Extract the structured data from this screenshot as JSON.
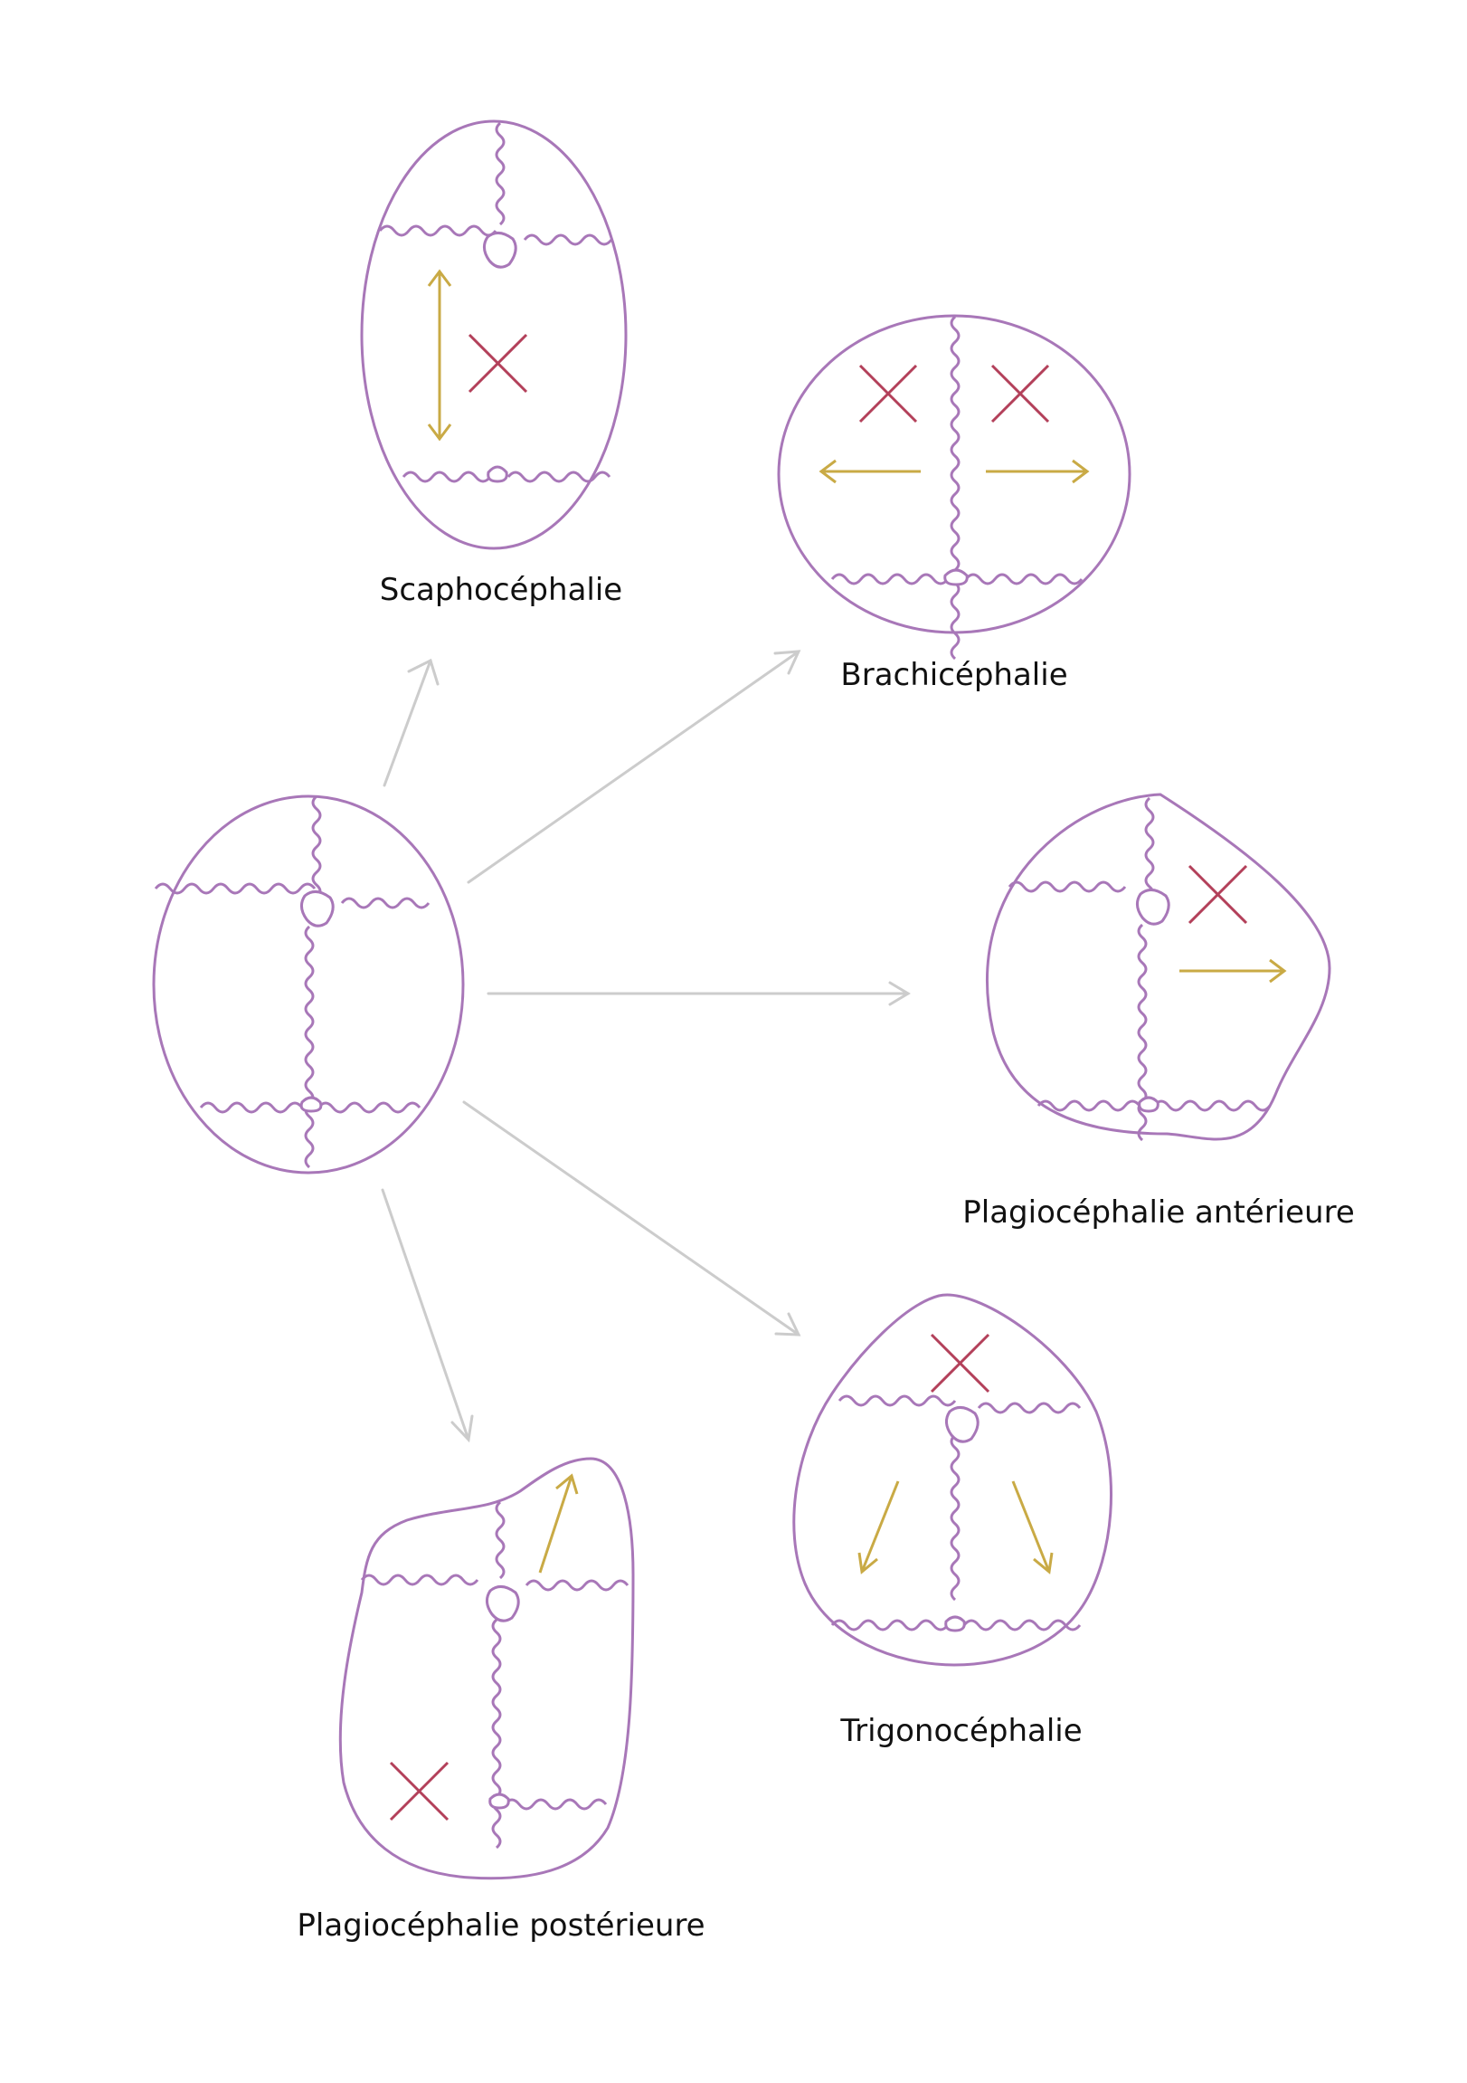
{
  "labels": {
    "scapho": "Scaphocéphalie",
    "brachi": "Brachicéphalie",
    "plagio_ant": "Plagiocéphalie antérieure",
    "trigono": "Trigonocéphalie",
    "plagio_post": "Plagiocéphalie postérieure"
  },
  "colors": {
    "outline": "#A877B8",
    "cross": "#B3405A",
    "growth_arrow": "#C9AA45",
    "connector_arrow": "#CCCCCC",
    "text": "#111111"
  }
}
